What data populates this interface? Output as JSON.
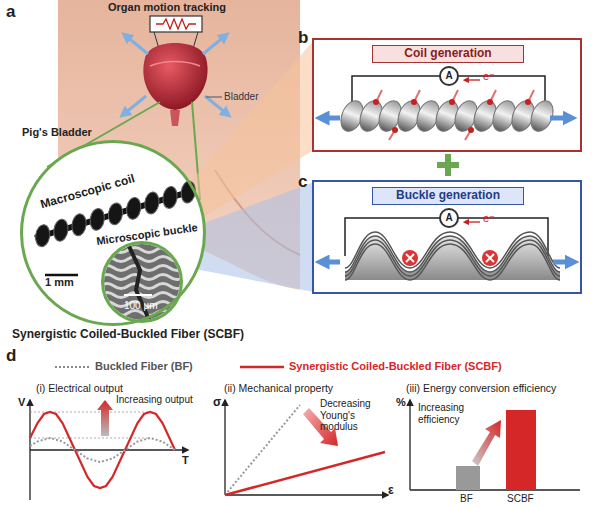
{
  "diagram": {
    "nodes": [
      {
        "text": [
          "Macroscopic coil",
          "1 mm"
        ]
      },
      {
        "text": [
          "Microscopic buckle",
          "100 µm"
        ],
        "in": 0
      },
      {
        "text": [
          "Coil generation"
        ]
      },
      {
        "text": [
          "A"
        ],
        "in": 2
      },
      {
        "text": [
          "Buckle generation"
        ]
      },
      {
        "text": [
          "A"
        ],
        "in": 4
      }
    ],
    "labels": [
      "a",
      "Organ motion tracking",
      "Bladder",
      "Pig's Bladder",
      "Synergistic Coiled-Buckled Fiber (SCBF)",
      "b",
      "e⁻",
      "c",
      "e⁻",
      "d",
      "(i) Electrical output",
      "V",
      "T",
      "Increasing output",
      "(ii) Mechanical property",
      "σ",
      "ε",
      "Decreasing Young's modulus",
      "(iii) Energy conversion efficiency",
      "%",
      "Increasing efficiency",
      "BF",
      "SCBF"
    ],
    "legend": [
      {
        "text": "Buckled Fiber (BF)"
      },
      {
        "text": "Synergistic Coiled-Buckled Fiber (SCBF)"
      }
    ]
  }
}
